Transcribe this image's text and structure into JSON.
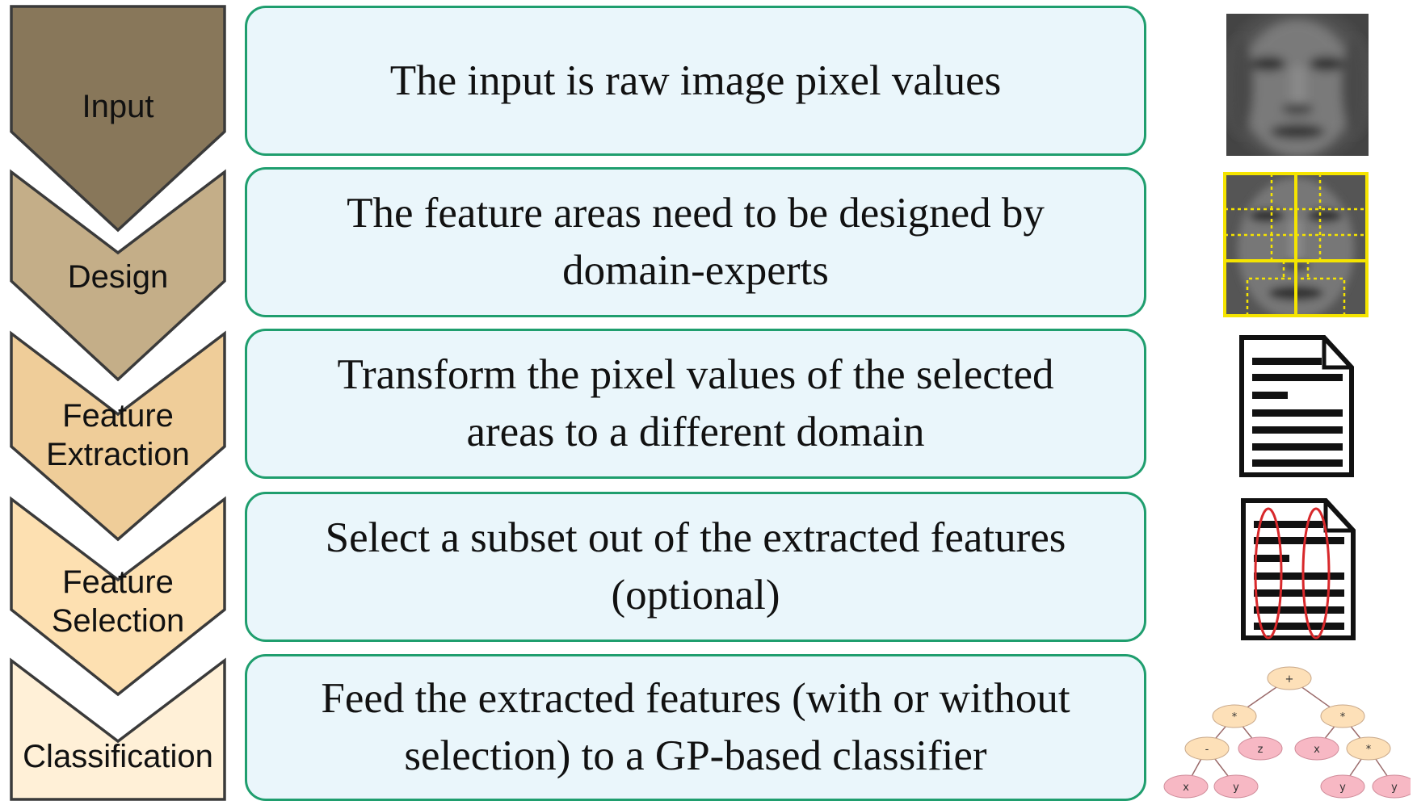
{
  "colors": {
    "stage_fills": [
      "#88775a",
      "#c4ae88",
      "#efcd99",
      "#fde0b1",
      "#fff0d7"
    ],
    "stage_stroke": "#3a3a3a",
    "box_border": "#1f9e6e",
    "box_fill": "#eaf6fb",
    "grid_yellow": "#f5e400",
    "ellipse_red": "#d8282b",
    "tree_root_fill": "#fde0b8",
    "tree_leaf_fill": "#f7b8c4"
  },
  "stages": [
    {
      "lines": [
        "Input"
      ]
    },
    {
      "lines": [
        "Design"
      ]
    },
    {
      "lines": [
        "Feature",
        "Extraction"
      ]
    },
    {
      "lines": [
        "Feature",
        "Selection"
      ]
    },
    {
      "lines": [
        "Classification"
      ]
    }
  ],
  "descriptions": [
    {
      "lines": [
        "The input is raw image pixel values"
      ]
    },
    {
      "lines": [
        "The feature areas need to be designed by",
        "domain-experts"
      ]
    },
    {
      "lines": [
        "Transform the pixel values of the selected",
        "areas to a different domain"
      ]
    },
    {
      "lines": [
        "Select a subset out of the extracted features",
        "(optional)"
      ]
    },
    {
      "lines": [
        "Feed the extracted features (with or without",
        "selection) to a GP-based classifier"
      ]
    }
  ],
  "icons": [
    "face-image-icon",
    "face-grid-icon",
    "document-icon",
    "selected-document-icon",
    "gp-tree-icon"
  ],
  "gp_tree": {
    "root": "+",
    "nodes": [
      "*",
      "*",
      "-",
      "z",
      "x",
      "*",
      "x",
      "y",
      "y",
      "y"
    ]
  }
}
